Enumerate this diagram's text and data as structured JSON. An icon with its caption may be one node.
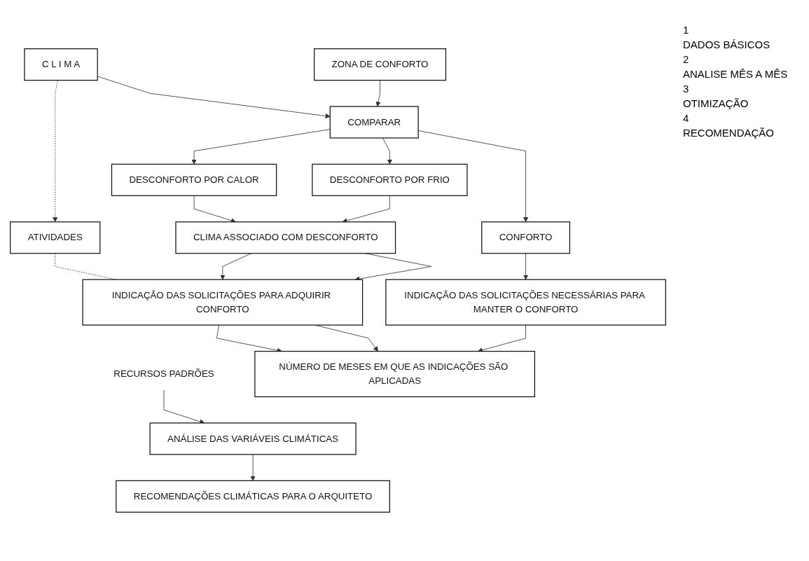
{
  "diagram": {
    "nodes": [
      {
        "text": [
          "C L I M A"
        ]
      },
      {
        "text": [
          "ZONA DE CONFORTO"
        ]
      },
      {
        "text": [
          "ATIVIDADES"
        ]
      },
      {
        "text": [
          "COMPARAR"
        ]
      },
      {
        "text": [
          "DESCONFORTO POR CALOR"
        ]
      },
      {
        "text": [
          "DESCONFORTO POR FRIO"
        ]
      },
      {
        "text": [
          "CONFORTO"
        ]
      },
      {
        "text": [
          "CLIMA ASSOCIADO COM DESCONFORTO"
        ]
      },
      {
        "text": [
          "INDICAÇÃO DAS SOLICITAÇÕES PARA ADQUIRIR CONFORTO"
        ]
      },
      {
        "text": [
          "INDICAÇÃO DAS SOLICITAÇÕES NECESSÁRIAS PARA MANTER O CONFORTO"
        ]
      },
      {
        "text": [
          "NÚMERO DE MESES EM QUE AS INDICAÇÕES SÃO APLICADAS"
        ]
      },
      {
        "text": [
          "ANÁLISE DAS VARIÁVEIS CLIMÁTICAS"
        ]
      },
      {
        "text": [
          "RECURSOS PADRÕES"
        ]
      },
      {
        "text": [
          "RECOMENDAÇÕES CLIMÁTICAS PARA O ARQUITETO"
        ]
      }
    ],
    "edges": [
      {
        "from": 0,
        "to": 2,
        "arrow": "to",
        "style": "dashed"
      },
      {
        "from": 0,
        "to": 3,
        "arrow": "to"
      },
      {
        "from": 1,
        "to": 3,
        "arrow": "to"
      },
      {
        "from": 2,
        "to": 8,
        "arrow": "none",
        "style": "dashed"
      },
      {
        "from": 3,
        "to": 4,
        "arrow": "to"
      },
      {
        "from": 3,
        "to": 5,
        "arrow": "to"
      },
      {
        "from": 3,
        "to": 6,
        "arrow": "to"
      },
      {
        "from": 4,
        "to": 7,
        "arrow": "to"
      },
      {
        "from": 5,
        "to": 7,
        "arrow": "to"
      },
      {
        "from": 6,
        "to": 9,
        "arrow": "to"
      },
      {
        "from": 7,
        "to": 8,
        "arrow": "to"
      },
      {
        "from": 7,
        "to": 8,
        "arrow": "to"
      },
      {
        "from": 8,
        "to": 10,
        "arrow": "to"
      },
      {
        "from": 8,
        "to": 10,
        "arrow": "to"
      },
      {
        "from": 9,
        "to": 10,
        "arrow": "to"
      },
      {
        "from": 12,
        "to": 11,
        "arrow": "to"
      },
      {
        "from": 11,
        "to": 13,
        "arrow": "to"
      }
    ],
    "labels": [
      "1",
      "DADOS BÁSICOS",
      "2",
      "ANALISE MÊS A MÊS",
      "3",
      "OTIMIZAÇÃO",
      "4",
      "RECOMENDAÇÃO"
    ]
  }
}
